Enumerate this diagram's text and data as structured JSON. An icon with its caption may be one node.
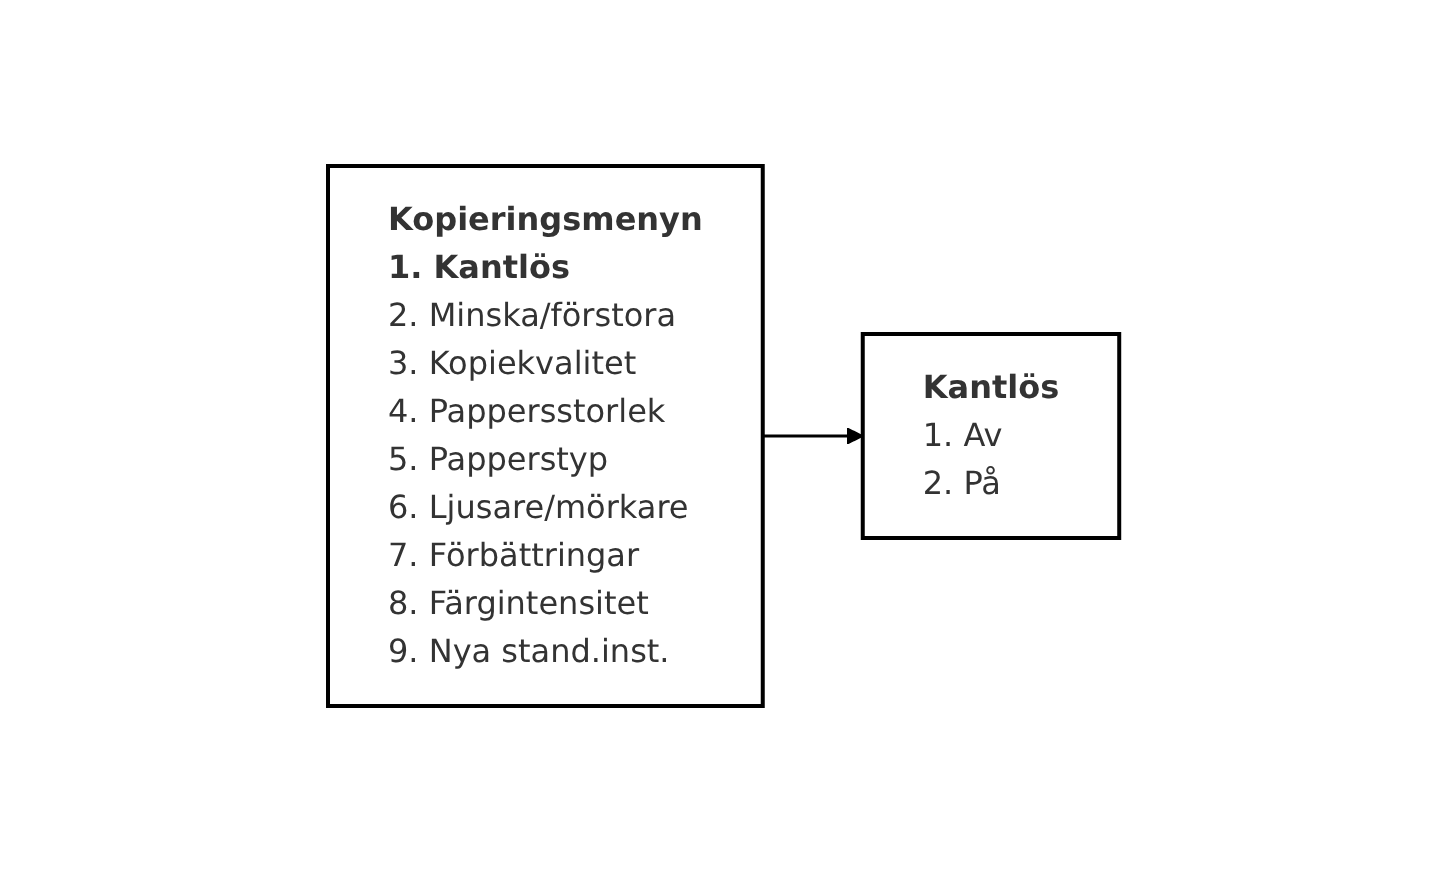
{
  "diagram": {
    "nodes": [
      {
        "text": [
          "Kopieringsmenyn",
          "1. Kantlös",
          "2. Minska/förstora",
          "3. Kopiekvalitet",
          "4. Pappersstorlek",
          "5. Papperstyp",
          "6. Ljusare/mörkare",
          "7. Förbättringar",
          "8. Färgintensitet",
          "9. Nya stand.inst."
        ]
      },
      {
        "text": [
          "Kantlös",
          "1. Av",
          "2. På"
        ]
      }
    ],
    "edges": [
      {
        "from": 0,
        "to": 1,
        "arrow": "to"
      }
    ]
  }
}
